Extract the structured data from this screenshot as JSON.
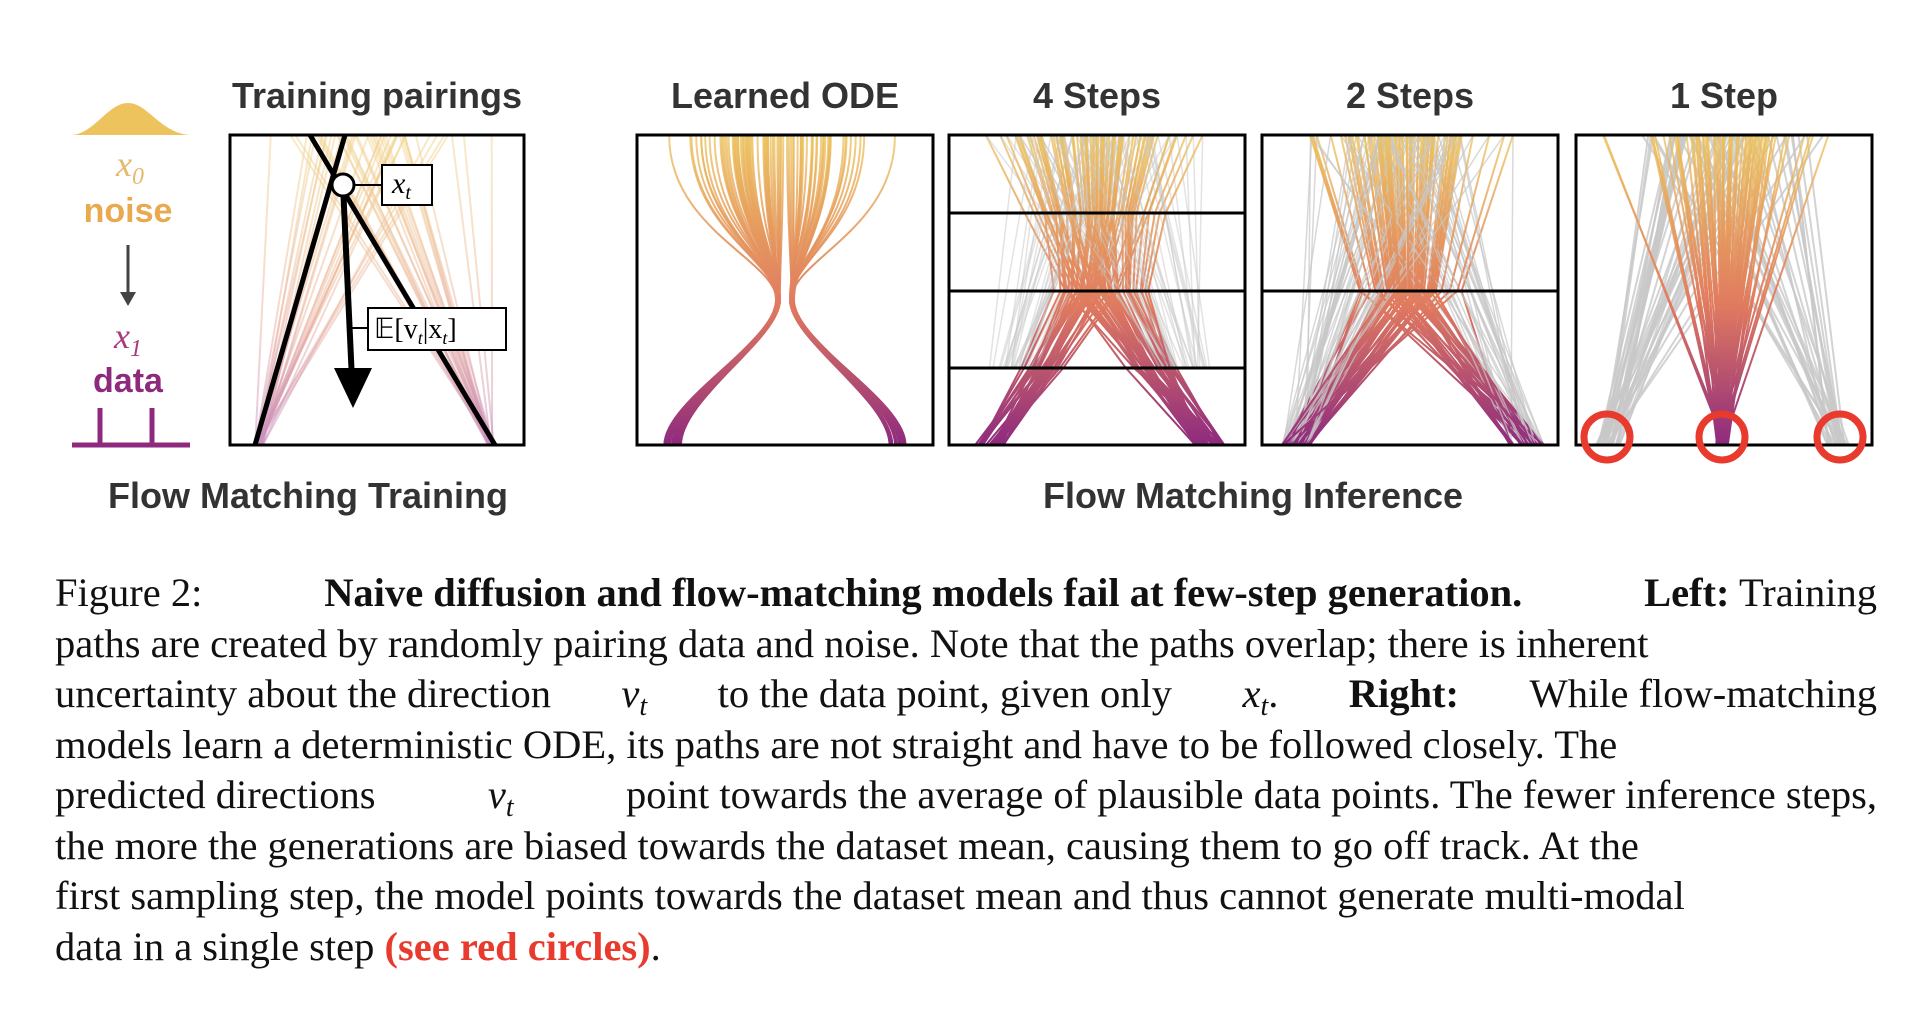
{
  "figure": {
    "titles": {
      "training": "Training pairings",
      "learned_ode": "Learned ODE",
      "steps4": "4 Steps",
      "steps2": "2 Steps",
      "step1": "1 Step"
    },
    "left_legend": {
      "x0": "x",
      "x0_sub": "0",
      "noise": "noise",
      "x1": "x",
      "x1_sub": "1",
      "data": "data"
    },
    "xt_label": "x",
    "xt_sub": "t",
    "expect_label": "𝔼[v",
    "expect_sub": "t",
    "expect_mid": "|x",
    "expect_sub2": "t",
    "expect_end": "]",
    "group_training": "Flow Matching Training",
    "group_inference": "Flow Matching Inference",
    "colors": {
      "noise": "#ecbf5b",
      "data": "#8e2a7e",
      "red_circle": "#e83b2e",
      "grey_path": "#c8c8c8"
    }
  },
  "caption": {
    "lead": "Figure 2:",
    "bold_title": "Naive diffusion and flow-matching models fail at few-step generation.",
    "left_label": "Left:",
    "l1_end": "Training",
    "l2": "paths are created by randomly pairing data and noise. Note that the paths overlap; there is inherent",
    "l3a": "uncertainty about the direction",
    "v": "v",
    "t": "t",
    "l3b": "to the data point, given only",
    "x": "x",
    "l3c": ".",
    "right_label": "Right:",
    "l3d": "While flow-matching",
    "l4": "models learn a deterministic ODE, its paths are not straight and have to be followed closely. The",
    "l5a": "predicted directions",
    "l5b": "point towards the average of plausible data points. The fewer inference steps,",
    "l6": "the more the generations are biased towards the dataset mean, causing them to go off track. At the",
    "l7": "first sampling step, the model points towards the dataset mean and thus cannot generate multi-modal",
    "l8a": "data in a single step",
    "red_text": "(see red circles)",
    "l8b": "."
  }
}
